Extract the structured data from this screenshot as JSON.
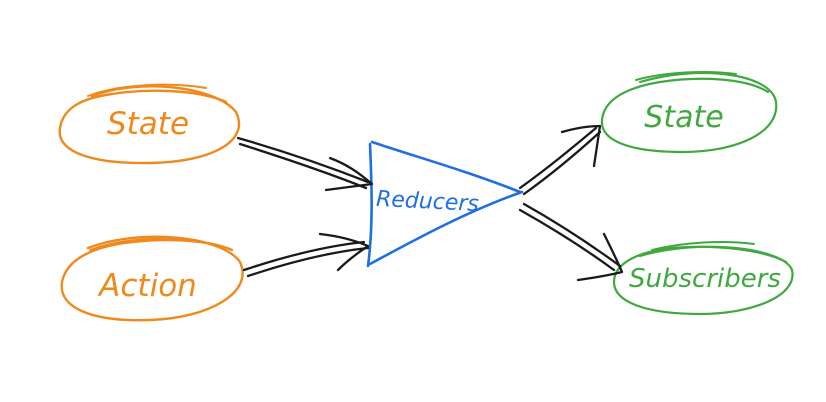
{
  "colors": {
    "input": "#f0891c",
    "process": "#1f6fe0",
    "output": "#3fa83f",
    "arrow": "#1a1a1a",
    "background": "#ffffff"
  },
  "nodes": {
    "state_in": {
      "label": "State"
    },
    "action_in": {
      "label": "Action"
    },
    "reducers": {
      "label": "Reducers"
    },
    "state_out": {
      "label": "State"
    },
    "subscribers": {
      "label": "Subscribers"
    }
  }
}
